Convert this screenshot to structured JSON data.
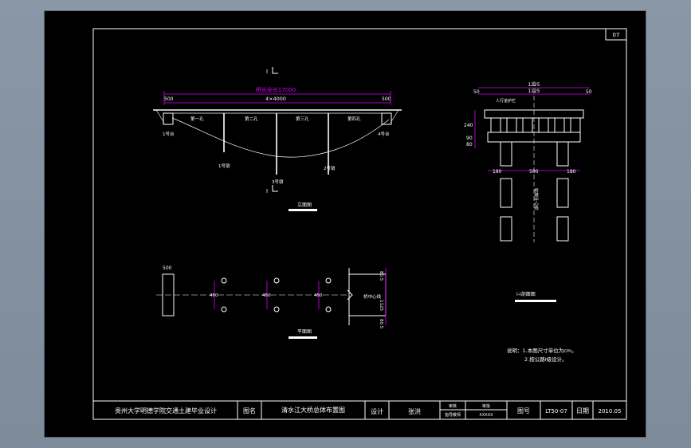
{
  "sheet": {
    "sheet_no": "07",
    "title_block": {
      "school": "贵州大学明德学院交通土建毕业设计",
      "drawing_name_label": "图名",
      "drawing_name": "清水江大桥总体布置图",
      "design_label": "设计",
      "designer": "张洪",
      "small_1": "审核",
      "small_2": "审批",
      "small_3": "指导教师",
      "small_4": "XXXXX",
      "drawing_no_label": "图号",
      "drawing_no": "LT50-07",
      "date_label": "日期",
      "date": "2010.05"
    }
  },
  "elevation": {
    "caption": "立面图",
    "total_length": "桥长全长17000",
    "span_arrangement": "4×4000",
    "end_left": "500",
    "end_right": "500",
    "span_labels": [
      "第一孔",
      "第二孔",
      "第三孔",
      "第四孔"
    ],
    "pier_labels": [
      "1号台",
      "1号墩",
      "3号墩",
      "2号墩",
      "4号台"
    ],
    "section_mark": "I"
  },
  "plan": {
    "caption": "平面图",
    "width_dim": "500",
    "spacing": [
      "450",
      "450",
      "450"
    ],
    "centerline_label": "桥中心线",
    "right_dims": [
      "1125",
      "80.5",
      "80.5"
    ]
  },
  "cross_section": {
    "caption": "I-I剖面图",
    "top_dim_outer": "1225",
    "top_dim_inner": "1125",
    "side_left": "50",
    "side_right": "50",
    "deck_note": "人行道护栏",
    "heights": [
      "240",
      "90",
      "80"
    ],
    "pile_dims": [
      "180",
      "500",
      "180"
    ],
    "centerline_label": "桥墩中心线"
  },
  "notes": {
    "line1": "说明：1.本图尺寸单位为cm。",
    "line2": "2.按公路I级设计。"
  }
}
